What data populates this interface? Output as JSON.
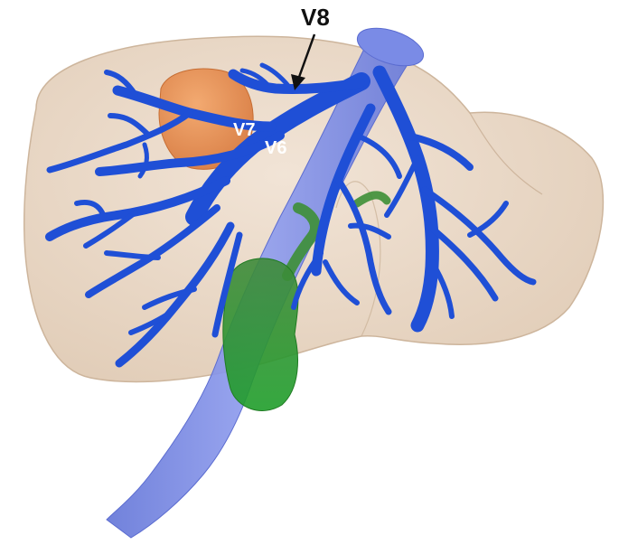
{
  "labels": {
    "v8": "V8",
    "v7": "V7",
    "v6": "V6"
  },
  "colors": {
    "liver": "#e9d6c3",
    "liver_edge": "#cdb59c",
    "vena_cava": "#7f8fe6",
    "hepatic_veins": "#1f4fd6",
    "gallbladder": "#2f9a3a",
    "tumor": "#e89256",
    "label_dark": "#111111",
    "label_light": "#ffffff"
  }
}
